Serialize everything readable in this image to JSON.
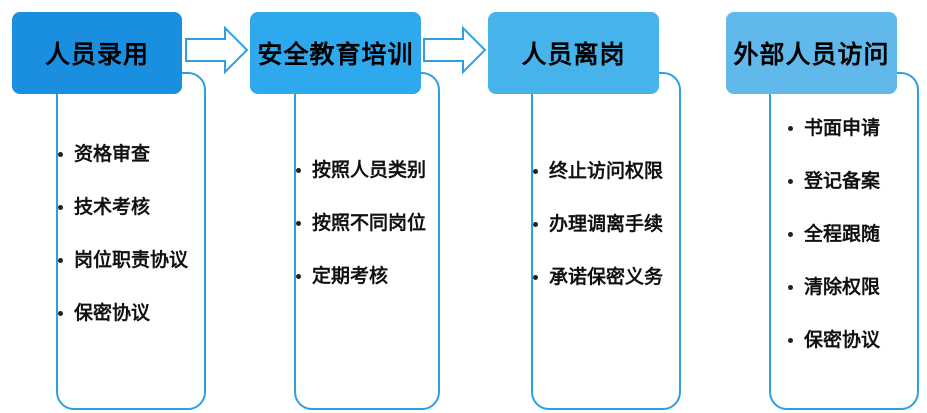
{
  "colors": {
    "header_dark": "#1a8fe0",
    "header_mid": "#2ea9ee",
    "header_light": "#46b3ea",
    "header_lighter": "#60b8eb",
    "border": "#2e9fe0"
  },
  "stages": [
    {
      "title": "人员录用",
      "items": [
        "资格审查",
        "技术考核",
        "岗位职责协议",
        "保密协议"
      ]
    },
    {
      "title": "安全教育培训",
      "items": [
        "按照人员类别",
        "按照不同岗位",
        "定期考核"
      ]
    },
    {
      "title": "人员离岗",
      "items": [
        "终止访问权限",
        "办理调离手续",
        "承诺保密义务"
      ]
    },
    {
      "title": "外部人员访问",
      "items": [
        "书面申请",
        "登记备案",
        "全程跟随",
        "清除权限",
        "保密协议"
      ]
    }
  ]
}
